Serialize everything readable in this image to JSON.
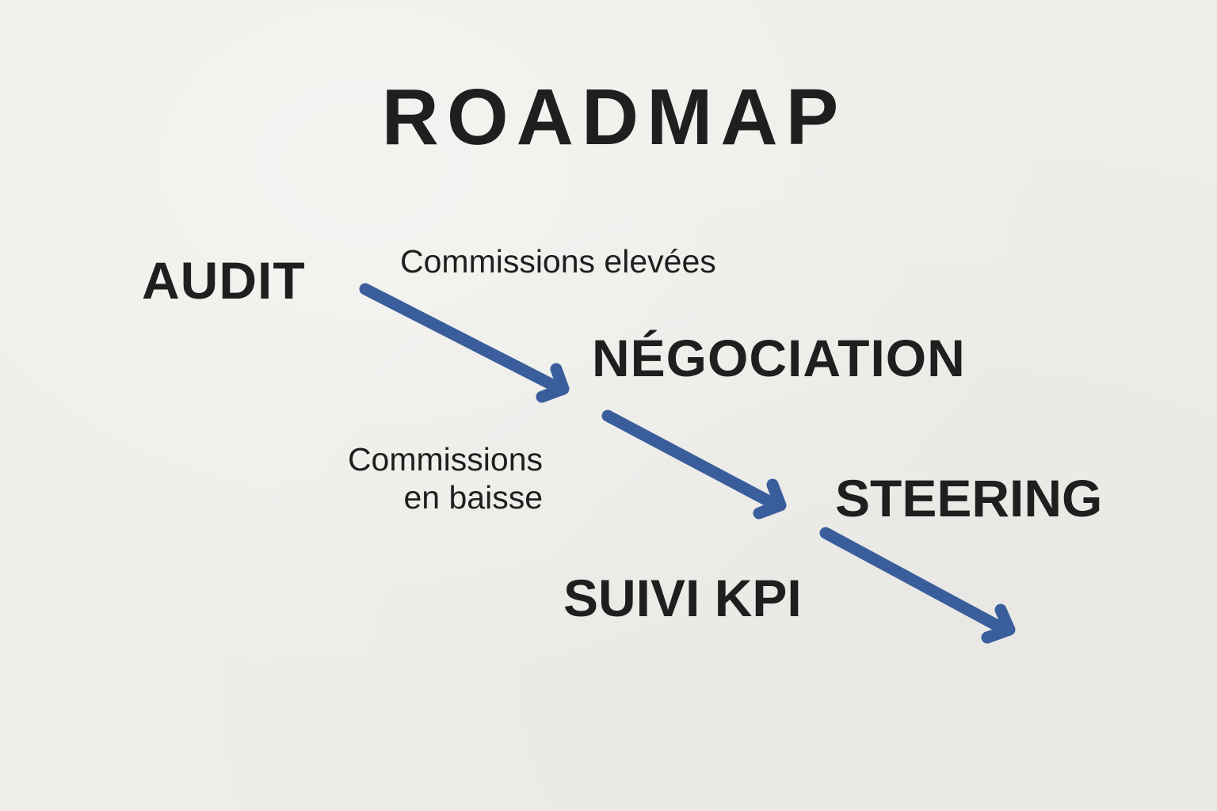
{
  "diagram": {
    "title": "ROADMAP",
    "stages": [
      {
        "id": "audit",
        "label": "AUDIT"
      },
      {
        "id": "negociation",
        "label": "NÉGOCIATION"
      },
      {
        "id": "steering",
        "label": "STEERING"
      },
      {
        "id": "suivi_kpi",
        "label": "SUIVI KPI"
      }
    ],
    "annotations": {
      "high_commissions": "Commissions elevées",
      "low_commissions_line1": "Commissions",
      "low_commissions_line2": "en baisse"
    },
    "arrows": [
      {
        "from": "audit",
        "to": "negociation",
        "icon": "arrow-down-right-icon"
      },
      {
        "from": "negociation",
        "to": "steering",
        "icon": "arrow-down-right-icon"
      },
      {
        "from": "steering",
        "to": "suivi_kpi",
        "icon": "arrow-down-right-icon"
      }
    ],
    "colors": {
      "background": "#eeede9",
      "text": "#1f1f1f",
      "arrow": "#3a5e9c"
    }
  }
}
